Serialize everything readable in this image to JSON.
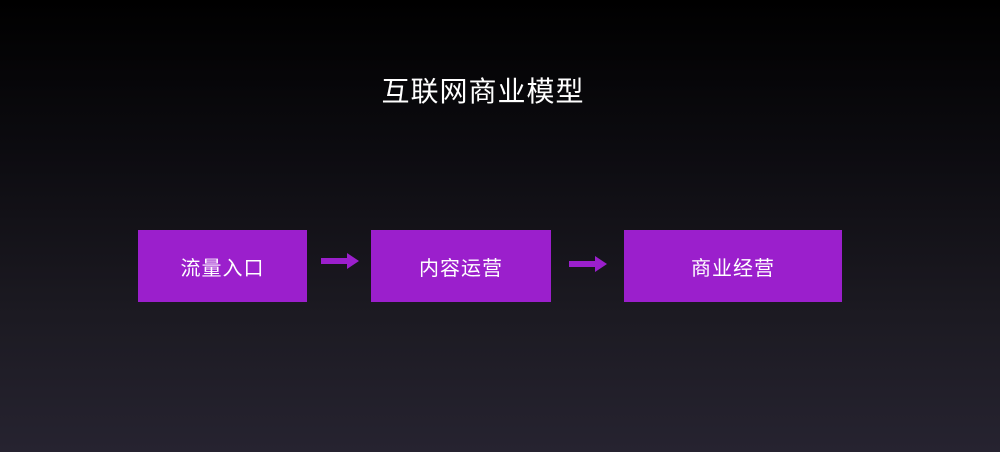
{
  "title": "互联网商业模型",
  "diagram": {
    "nodes": [
      {
        "label": "流量入口"
      },
      {
        "label": "内容运营"
      },
      {
        "label": "商业经营"
      }
    ],
    "colors": {
      "node_fill": "#9b1fcc",
      "arrow": "#9b1fcc",
      "text": "#ffffff"
    }
  }
}
